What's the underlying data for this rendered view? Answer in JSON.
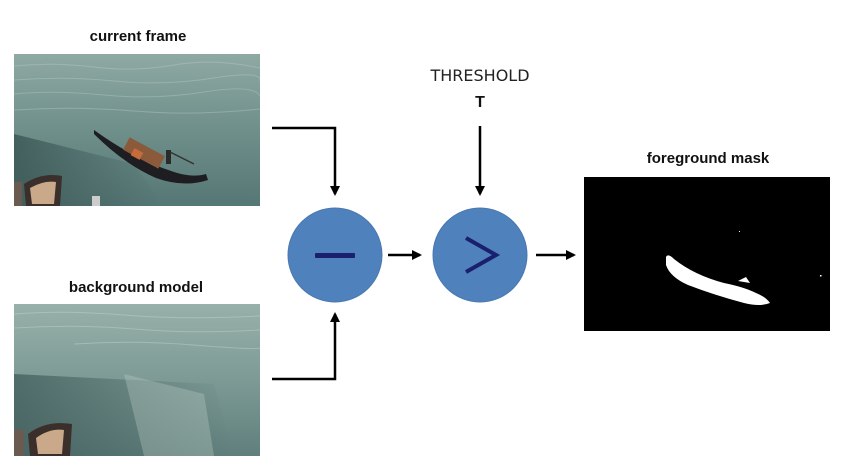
{
  "labels": {
    "current_frame": "current frame",
    "background_model": "background model",
    "threshold": "THRESHOLD",
    "threshold_symbol": "T",
    "foreground_mask": "foreground mask"
  },
  "operators": {
    "subtract": "−",
    "compare": ">"
  },
  "colors": {
    "operator_fill": "#4f81bd",
    "operator_glyph": "#1a1f6e",
    "arrow": "#000000",
    "mask_background": "#000000",
    "mask_foreground": "#ffffff",
    "water_light": "#8aa6a0",
    "water_dark": "#4c6a68"
  }
}
